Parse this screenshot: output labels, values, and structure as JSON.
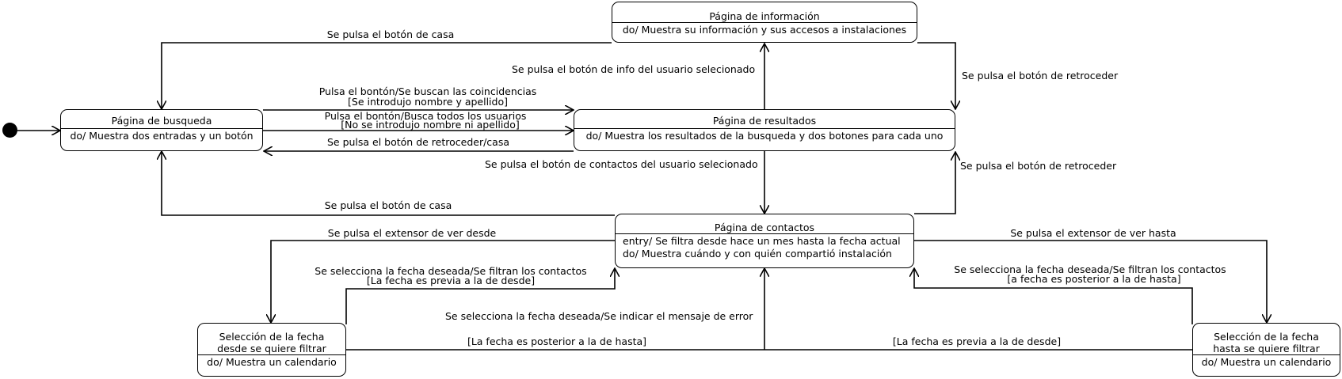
{
  "states": {
    "busqueda": {
      "name": "Página de busqueda",
      "actions": [
        "do/ Muestra dos entradas y un botón"
      ]
    },
    "informacion": {
      "name": "Página de información",
      "actions": [
        "do/ Muestra su información y sus accesos a instalaciones"
      ]
    },
    "resultados": {
      "name": "Página de resultados",
      "actions": [
        "do/ Muestra los resultados de la busqueda y dos botones para cada uno"
      ]
    },
    "contactos": {
      "name": "Página de contactos",
      "actions": [
        "entry/ Se filtra desde hace un mes hasta la fecha actual",
        "do/ Muestra cuándo y con quién compartió instalación"
      ]
    },
    "desde": {
      "name_lines": [
        "Selección de la fecha",
        "desde se quiere filtrar"
      ],
      "actions": [
        "do/ Muestra un calendario"
      ]
    },
    "hasta": {
      "name_lines": [
        "Selección de la fecha",
        "hasta se quiere filtrar"
      ],
      "actions": [
        "do/ Muestra un calendario"
      ]
    }
  },
  "transitions": {
    "info_to_busqueda_casa": "Se pulsa el botón de casa",
    "resultados_to_info": "Se pulsa el botón de info del usuario selecionado",
    "info_to_resultados_back": "Se pulsa el botón de retroceder",
    "busqueda_to_resultados_1": [
      "Pulsa el bontón/Se buscan las coincidencias",
      "[Se introdujo nombre y apellido]"
    ],
    "busqueda_to_resultados_2": [
      "Pulsa el bontón/Busca todos los usuarios",
      "[No se introdujo nombre ni apellido]"
    ],
    "resultados_to_busqueda": "Se pulsa el botón de retroceder/casa",
    "resultados_to_contactos": "Se pulsa el botón de contactos del usuario selecionado",
    "contactos_to_resultados_back": "Se pulsa el botón de retroceder",
    "contactos_to_busqueda_casa": "Se pulsa el botón de casa",
    "contactos_to_desde": "Se pulsa el extensor de ver desde",
    "contactos_to_hasta": "Se pulsa el extensor de ver hasta",
    "desde_to_contactos": [
      "Se selecciona la fecha deseada/Se filtran los contactos",
      "[La fecha es previa a la de desde]"
    ],
    "hasta_to_contactos": [
      "Se selecciona la fecha deseada/Se filtran los contactos",
      "[a fecha es posterior a la de hasta]"
    ],
    "error_to_contactos": "Se selecciona la fecha deseada/Se indicar el mensaje de error",
    "desde_guard": "[La fecha es posterior a la de hasta]",
    "hasta_guard": "[La fecha es previa a la de desde]"
  }
}
